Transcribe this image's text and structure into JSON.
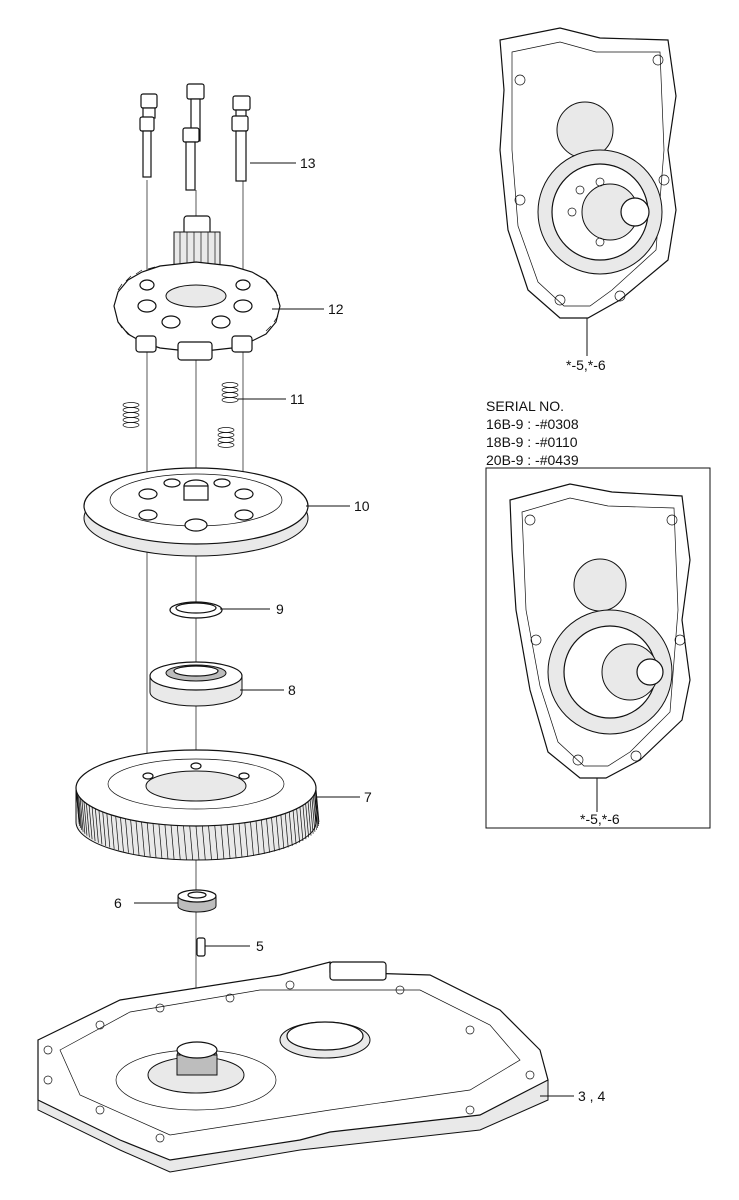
{
  "labels": {
    "p13": "13",
    "p12": "12",
    "p11": "11",
    "p10": "10",
    "p9": "9",
    "p8": "8",
    "p7": "7",
    "p6": "6",
    "p5": "5",
    "p34": "3 , 4",
    "top_assembly": "*-5,*-6",
    "inset_assembly": "*-5,*-6"
  },
  "serial": {
    "title": "SERIAL NO.",
    "rows": [
      "16B-9 : -#0308",
      "18B-9 : -#0110",
      "20B-9 : -#0439"
    ]
  },
  "colors": {
    "line": "#111111",
    "background": "#ffffff"
  }
}
